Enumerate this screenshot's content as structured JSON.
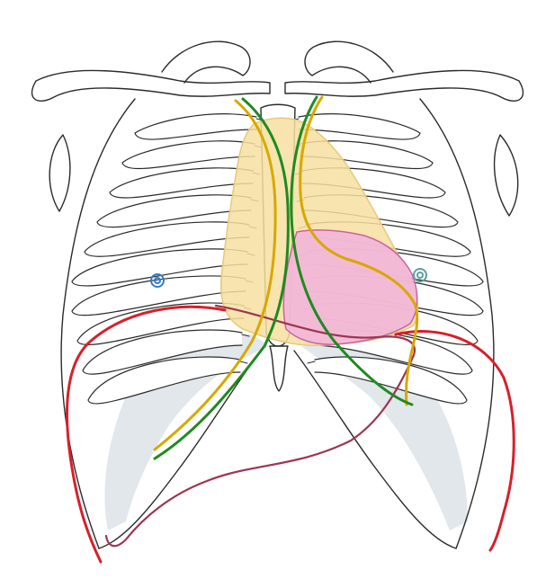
{
  "diagram": {
    "subject": "thoracic-cage-anterior-view",
    "palette": {
      "bone_outline": "#2b2b2b",
      "bone_fill": "#ffffff",
      "cartilage_shade": "#c9d3da",
      "yellow_region": "#f6dfa0",
      "yellow_region_edge": "#e8c878",
      "pink_region": "#f2b3dd",
      "pink_region_edge": "#c8649e",
      "yellow_line": "#d7a800",
      "green_line": "#1f8a1f",
      "red_line": "#d81f2a",
      "maroon_line": "#9c3550",
      "marker_blue": "#2f7fc8",
      "marker_teal": "#5aa0a0"
    },
    "overlays": [
      {
        "name": "yellow-region"
      },
      {
        "name": "pink-region"
      },
      {
        "name": "yellow-line-left"
      },
      {
        "name": "yellow-line-right"
      },
      {
        "name": "green-line-left"
      },
      {
        "name": "green-line-right"
      },
      {
        "name": "red-line"
      },
      {
        "name": "maroon-line"
      },
      {
        "name": "marker-left"
      },
      {
        "name": "marker-right"
      }
    ]
  }
}
